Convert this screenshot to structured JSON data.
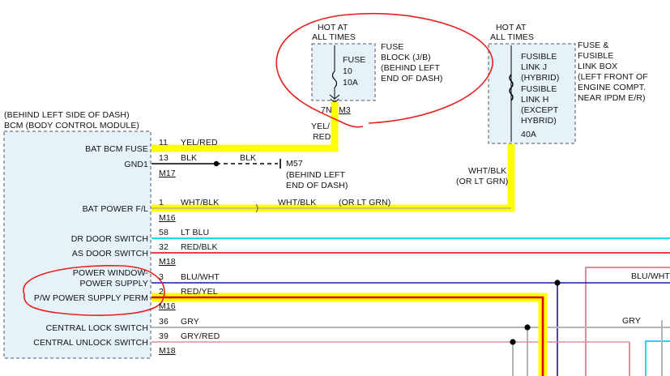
{
  "colors": {
    "yellow": "#ffff00",
    "red_wire": "#e60000",
    "black": "#000000",
    "lt_blu": "#22d8f0",
    "blu": "#1a1aa8",
    "gry": "#b4b4b4",
    "pink": "#e08e9c",
    "box_fill": "#e6f2f9",
    "annotation": "#e8201c"
  },
  "fuse_block": {
    "hot_line1": "HOT AT",
    "hot_line2": "ALL TIMES",
    "fuse_label": "FUSE",
    "fuse_number": "10",
    "fuse_rating": "10A",
    "desc1": "FUSE",
    "desc2": "BLOCK (J/B)",
    "desc3": "(BEHIND LEFT",
    "desc4": "END OF DASH)",
    "pin": "7N",
    "connector": "M3"
  },
  "link_box": {
    "hot_line1": "HOT AT",
    "hot_line2": "ALL TIMES",
    "link1_a": "FUSIBLE",
    "link1_b": "LINK J",
    "link1_c": "(HYBRID)",
    "link2_a": "FUSIBLE",
    "link2_b": "LINK H",
    "link2_c": "(EXCEPT",
    "link2_d": "HYBRID)",
    "rating": "40A",
    "desc1": "FUSE &",
    "desc2": "FUSIBLE",
    "desc3": "LINK BOX",
    "desc4": "(LEFT FRONT OF",
    "desc5": "ENGINE COMPT.",
    "desc6": "NEAR IPDM E/R)"
  },
  "bcm": {
    "location": "(BEHIND LEFT SIDE OF DASH)",
    "name": "BCM (BODY CONTROL MODULE)",
    "pins": [
      {
        "label": "BAT BCM FUSE",
        "pin": "11",
        "wire": "YEL/RED"
      },
      {
        "label": "GND1",
        "pin": "13",
        "wire": "BLK"
      },
      {
        "label": "BAT POWER F/L",
        "pin": "1",
        "wire": "WHT/BLK"
      },
      {
        "label": "DR DOOR SWITCH",
        "pin": "58",
        "wire": "LT BLU"
      },
      {
        "label": "AS DOOR SWITCH",
        "pin": "32",
        "wire": "RED/BLK"
      },
      {
        "label": "POWER WINDOW-",
        "label2": "POWER SUPPLY",
        "pin": "3",
        "wire": "BLU/WHT"
      },
      {
        "label": "P/W POWER SUPPLY PERM",
        "pin": "2",
        "wire": "RED/YEL"
      },
      {
        "label": "CENTRAL LOCK SWITCH",
        "pin": "36",
        "wire": "GRY"
      },
      {
        "label": "CENTRAL UNLOCK SWITCH",
        "pin": "39",
        "wire": "GRY/RED"
      }
    ],
    "connector_m17": "M17",
    "connector_m16a": "M16",
    "connector_m18a": "M18",
    "connector_m16b": "M16",
    "connector_m18b": "M18"
  },
  "wires": {
    "fuse_out_a": "YEL/",
    "fuse_out_b": "RED",
    "gnd_blk": "BLK",
    "ground_id": "M57",
    "ground_loc1": "(BEHIND LEFT",
    "ground_loc2": "END OF DASH)",
    "link_out_a": "WHT/BLK",
    "link_out_b": "(OR LT GRN)",
    "batpower_mid": "WHT/BLK",
    "batpower_alt": "(OR LT GRN)",
    "blu_right": "BLU/WHT",
    "gry_right": "GRY"
  }
}
